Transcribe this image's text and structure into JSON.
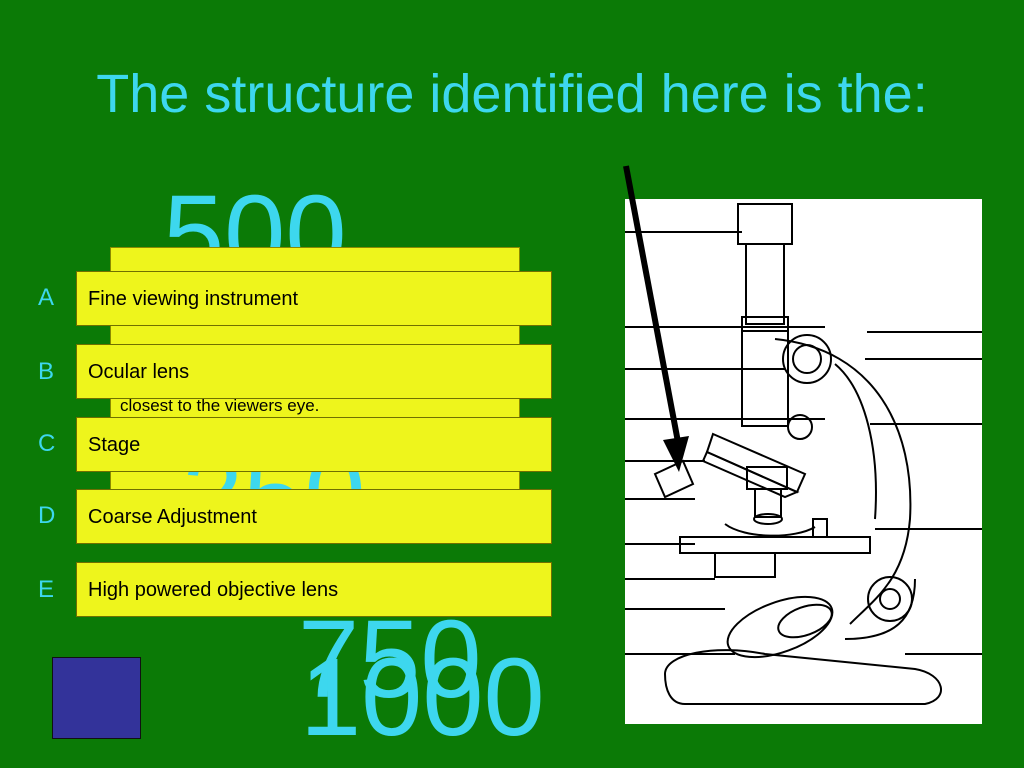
{
  "slide": {
    "title": "The structure identified here is the:",
    "points": [
      "500",
      "250",
      "750",
      "1000"
    ],
    "hidden_text": "closest to the viewers eye."
  },
  "answers": [
    {
      "letter": "A",
      "text": "Fine viewing instrument"
    },
    {
      "letter": "B",
      "text": "Ocular lens"
    },
    {
      "letter": "C",
      "text": "Stage"
    },
    {
      "letter": "D",
      "text": "Coarse Adjustment"
    },
    {
      "letter": "E",
      "text": "High powered objective lens"
    }
  ],
  "colors": {
    "background": "#0b7a06",
    "title": "#3dd7ee",
    "answer_box": "#eef51c",
    "nav_button": "#33339a"
  },
  "icons": {
    "nav_button": "blue-square-icon",
    "figure": "microscope-diagram",
    "pointer": "arrow-icon"
  }
}
